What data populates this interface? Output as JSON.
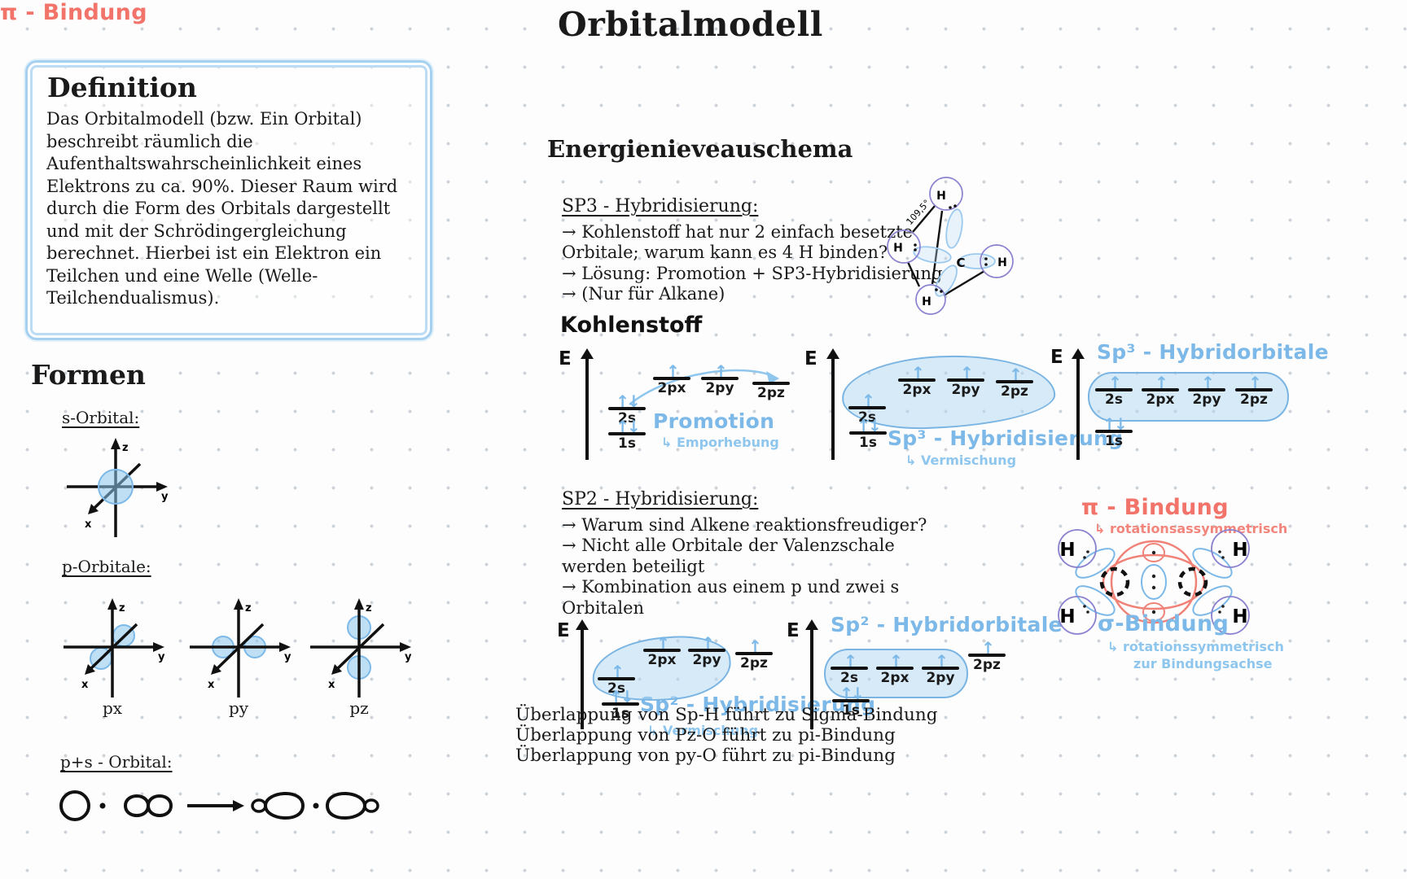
{
  "page": {
    "title": "Orbitalmodell"
  },
  "definition": {
    "heading": "Definition",
    "body": "Das Orbitalmodell (bzw. Ein Orbital) beschreibt räumlich die Aufenthaltswahrscheinlichkeit eines Elektrons zu ca. 90%. Dieser Raum wird durch die Form des Orbitals dargestellt und mit der Schrödingergleichung berechnet. Hierbei ist ein Elektron ein Teilchen und eine Welle (Welle-Teilchendualismus)."
  },
  "formen": {
    "heading": "Formen",
    "s_orbital_label": "s-Orbital:",
    "p_orbitale_label": "p-Orbitale:",
    "p_labels": [
      "px",
      "py",
      "pz"
    ],
    "ps_orbital_label": "p+s - Orbital:",
    "axis_labels": {
      "up": "z",
      "right": "y",
      "diag": "x"
    }
  },
  "energieschema": {
    "heading": "Energienieveauschema",
    "sp3_heading": "SP3 - Hybridisierung:",
    "sp3_lines": [
      "→ Kohlenstoff hat nur 2 einfach besetzte",
      "Orbitale; warum kann es 4 H binden?",
      "→ Lösung: Promotion + SP3-Hybridisierung",
      "→ (Nur für Alkane)"
    ],
    "kohlenstoff_label": "Kohlenstoff",
    "sp2_heading": "SP2 - Hybridisierung:",
    "sp2_lines": [
      "→ Warum sind Alkene reaktionsfreudiger?",
      "→ Nicht alle Orbitale der Valenzschale",
      "werden beteiligt",
      "→ Kombination aus einem p und zwei s",
      "Orbitalen"
    ],
    "ueberlappung_lines": [
      "Überlappung von Sp-H führt zu Sigma-Bindung",
      "Überlappung von Pz-O führt zu pi-Bindung",
      "Überlappung von py-O führt zu pi-Bindung"
    ]
  },
  "methane": {
    "angle_label": "109,5°",
    "c_label": "C",
    "h_label": "H"
  },
  "diagrams": {
    "energy_axis_label": "E",
    "d1": {
      "caption": "Promotion",
      "subcaption": "↳ Emporhebung",
      "levels": [
        {
          "label": "2px",
          "electrons": "↑"
        },
        {
          "label": "2py",
          "electrons": "↑"
        },
        {
          "label": "2pz",
          "electrons": ""
        },
        {
          "label": "2s",
          "electrons": "↑↓"
        },
        {
          "label": "1s",
          "electrons": "↑↓"
        }
      ]
    },
    "d2": {
      "caption": "Sp³ - Hybridisierung",
      "subcaption": "↳ Vermischung",
      "levels": [
        {
          "label": "2s",
          "electrons": "↑"
        },
        {
          "label": "2px",
          "electrons": "↑"
        },
        {
          "label": "2py",
          "electrons": "↑"
        },
        {
          "label": "2pz",
          "electrons": "↑"
        },
        {
          "label": "1s",
          "electrons": "↑↓"
        }
      ]
    },
    "d3": {
      "title": "Sp³ - Hybridorbitale",
      "levels": [
        {
          "label": "2s",
          "electrons": "↑"
        },
        {
          "label": "2px",
          "electrons": "↑"
        },
        {
          "label": "2py",
          "electrons": "↑"
        },
        {
          "label": "2pz",
          "electrons": "↑"
        },
        {
          "label": "1s",
          "electrons": "↑↓"
        }
      ]
    },
    "d4": {
      "caption": "Sp² - Hybridisierung",
      "subcaption": "↳ Vermischung",
      "levels": [
        {
          "label": "2px",
          "electrons": "↑"
        },
        {
          "label": "2py",
          "electrons": "↑"
        },
        {
          "label": "2pz",
          "electrons": "↑"
        },
        {
          "label": "2s",
          "electrons": "↑"
        },
        {
          "label": "1s",
          "electrons": "↑↓"
        }
      ]
    },
    "d5": {
      "title": "Sp² - Hybridorbitale",
      "levels": [
        {
          "label": "2s",
          "electrons": "↑"
        },
        {
          "label": "2px",
          "electrons": "↑"
        },
        {
          "label": "2py",
          "electrons": "↑"
        },
        {
          "label": "2pz",
          "electrons": "↑"
        },
        {
          "label": "1s",
          "electrons": "↑↓"
        }
      ]
    }
  },
  "bindungen": {
    "pi_label": "π - Bindung",
    "pi_sub": "↳ rotationsassymmetrisch",
    "sigma_label": "σ-Bindung",
    "sigma_sub1": "↳ rotationssymmetrisch",
    "sigma_sub2": "zur Bindungsachse",
    "h_label": "H"
  },
  "colors": {
    "ink_black": "#1a1a1a",
    "note_blue": "#7cb9e8",
    "light_blue_fill": "#bcdcf5",
    "bond_red": "#f2736a",
    "atom_purple": "#8a82cf"
  }
}
